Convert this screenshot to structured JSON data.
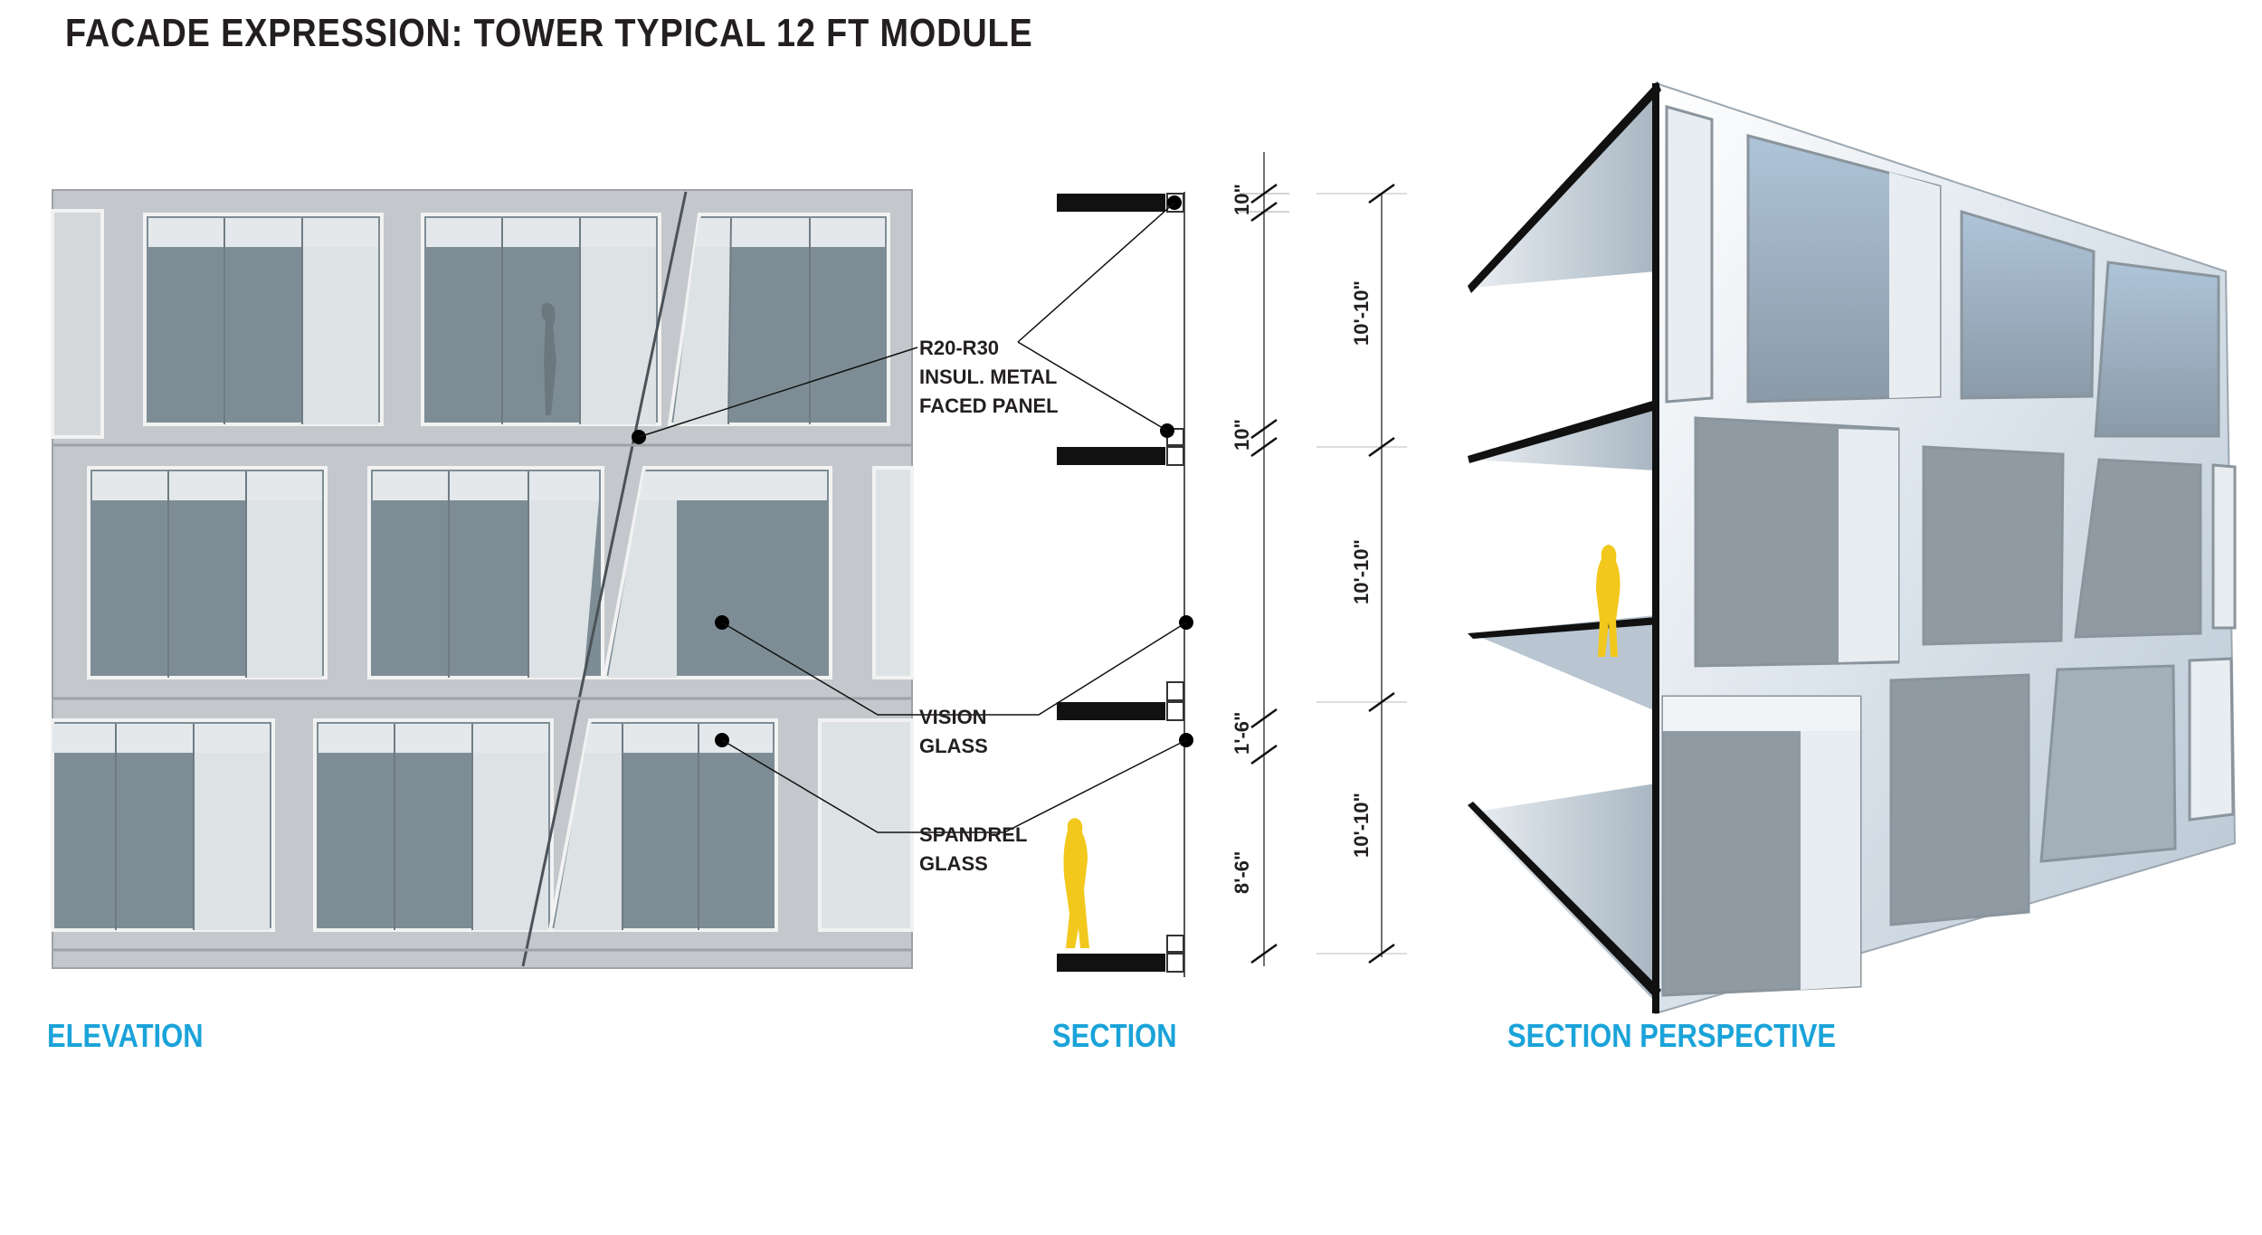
{
  "title": "FACADE EXPRESSION: TOWER TYPICAL 12 FT MODULE",
  "captions": {
    "elevation": "ELEVATION",
    "section": "SECTION",
    "perspective": "SECTION PERSPECTIVE"
  },
  "callouts": {
    "panel": [
      "R20-R30",
      "INSUL. METAL",
      "FACED PANEL"
    ],
    "vision": [
      "VISION",
      "GLASS"
    ],
    "spandrel": [
      "SPANDREL",
      "GLASS"
    ]
  },
  "dimensions": {
    "slab_upper": "10\"",
    "slab_lower": "10\"",
    "sill": "1'-6\"",
    "head_height": "8'-6\"",
    "floor_1": "10'-10\"",
    "floor_2": "10'-10\"",
    "floor_3": "10'-10\""
  },
  "colors": {
    "caption": "#1aa3d9",
    "frame": "#c4c7cb",
    "vision_glass": "#7e8d95",
    "spandrel_glass": "#dde2e4",
    "figure": "#f2c81c"
  }
}
